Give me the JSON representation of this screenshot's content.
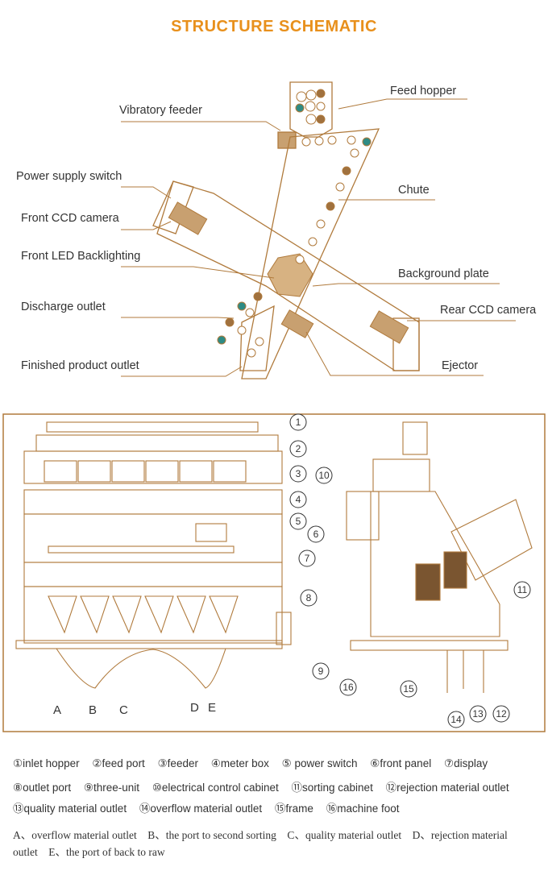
{
  "title": "STRUCTURE SCHEMATIC",
  "top_labels": {
    "feed_hopper": "Feed hopper",
    "vibratory_feeder": "Vibratory feeder",
    "power_supply_switch": "Power supply switch",
    "chute": "Chute",
    "front_ccd_camera": "Front CCD camera",
    "front_led_backlighting": "Front LED Backlighting",
    "background_plate": "Background plate",
    "discharge_outlet": "Discharge outlet",
    "rear_ccd_camera": "Rear CCD camera",
    "finished_product_outlet": "Finished product outlet",
    "ejector": "Ejector"
  },
  "callouts": [
    "1",
    "2",
    "3",
    "4",
    "5",
    "6",
    "7",
    "8",
    "9",
    "10",
    "11",
    "12",
    "13",
    "14",
    "15",
    "16"
  ],
  "outlet_letters": [
    "A",
    "B",
    "C",
    "D",
    "E"
  ],
  "legend_rows": [
    [
      "①inlet hopper",
      "②feed port",
      "③feeder",
      "④meter box",
      "⑤ power switch",
      "⑥front panel",
      "⑦display"
    ],
    [
      "⑧outlet port",
      "⑨three-unit",
      "⑩electrical control cabinet",
      "⑪sorting cabinet",
      "⑫rejection material outlet"
    ],
    [
      "⑬quality material outlet",
      "⑭overflow material outlet",
      "⑮frame",
      "⑯machine foot"
    ]
  ],
  "outlet_note": "A、overflow material outlet　B、the port to second sorting　C、quality material outlet　D、rejection material outlet　E、the port of back to raw",
  "colors": {
    "title": "#e8901c",
    "line": "#b07a3c",
    "teal": "#2e8b84",
    "brown": "#8b5a2b",
    "tan": "#c8a070"
  }
}
